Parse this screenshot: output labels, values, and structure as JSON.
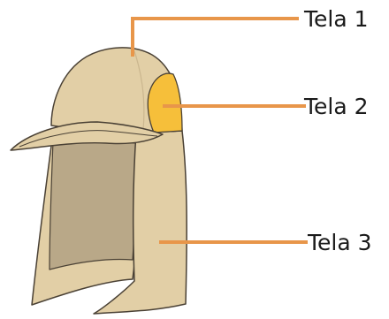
{
  "diagram": {
    "labels": {
      "tela1": "Tela 1",
      "tela2": "Tela 2",
      "tela3": "Tela 3"
    },
    "colors": {
      "fabric": "#e2cfa6",
      "fabric_shadow": "#b9a888",
      "panel_accent": "#f6bf3a",
      "outline": "#4a4135",
      "leader": "#e8964a"
    }
  }
}
